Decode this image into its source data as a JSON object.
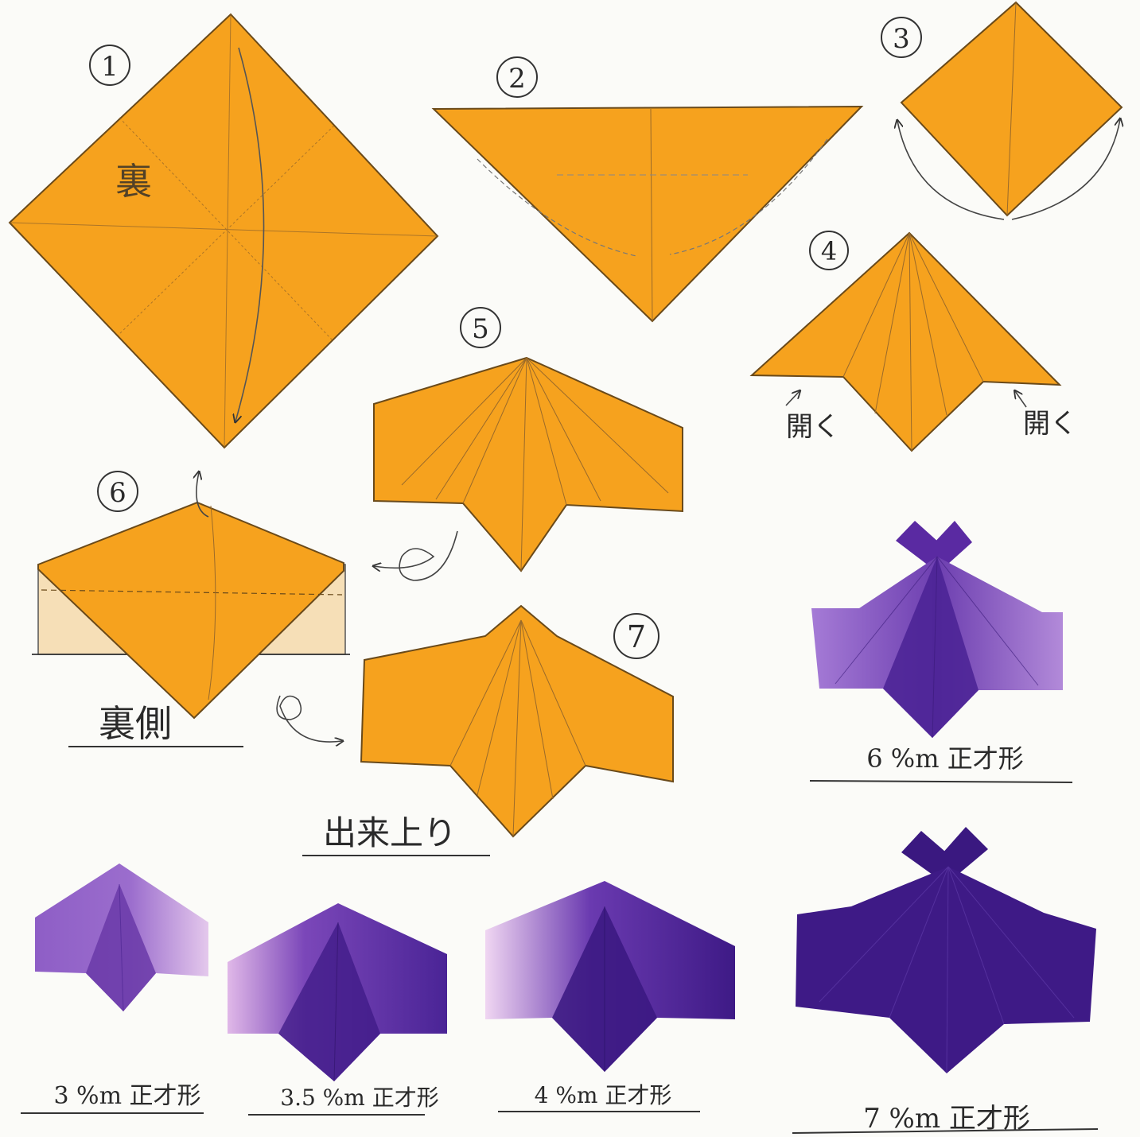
{
  "colors": {
    "paper": "#fbfbf8",
    "orange": "#f6a21e",
    "orange_edge": "#6a4a1a",
    "back_side": "#f6dfb7",
    "violet_dark": "#3e1a86",
    "violet_mid": "#6d3fb0",
    "violet_light": "#b58ad9",
    "violet_pale": "#e4c8ec",
    "ink": "#2a2a2a"
  },
  "steps": [
    {
      "number": "1",
      "note": "裏"
    },
    {
      "number": "2"
    },
    {
      "number": "3"
    },
    {
      "number": "4",
      "left_note": "開く",
      "right_note": "開く"
    },
    {
      "number": "5"
    },
    {
      "number": "6",
      "caption": "裏側"
    },
    {
      "number": "7",
      "caption": "出来上り"
    }
  ],
  "samples": [
    {
      "label": "3 %m 正才形"
    },
    {
      "label": "3.5 %m 正才形"
    },
    {
      "label": "4 %m 正才形"
    },
    {
      "label": "6 %m 正才形"
    },
    {
      "label": "7 %m 正才形"
    }
  ],
  "icons": [
    "turn-over-arrow-icon",
    "flip-arrow-icon",
    "open-arrow-icon",
    "curved-fold-arrow-icon"
  ]
}
